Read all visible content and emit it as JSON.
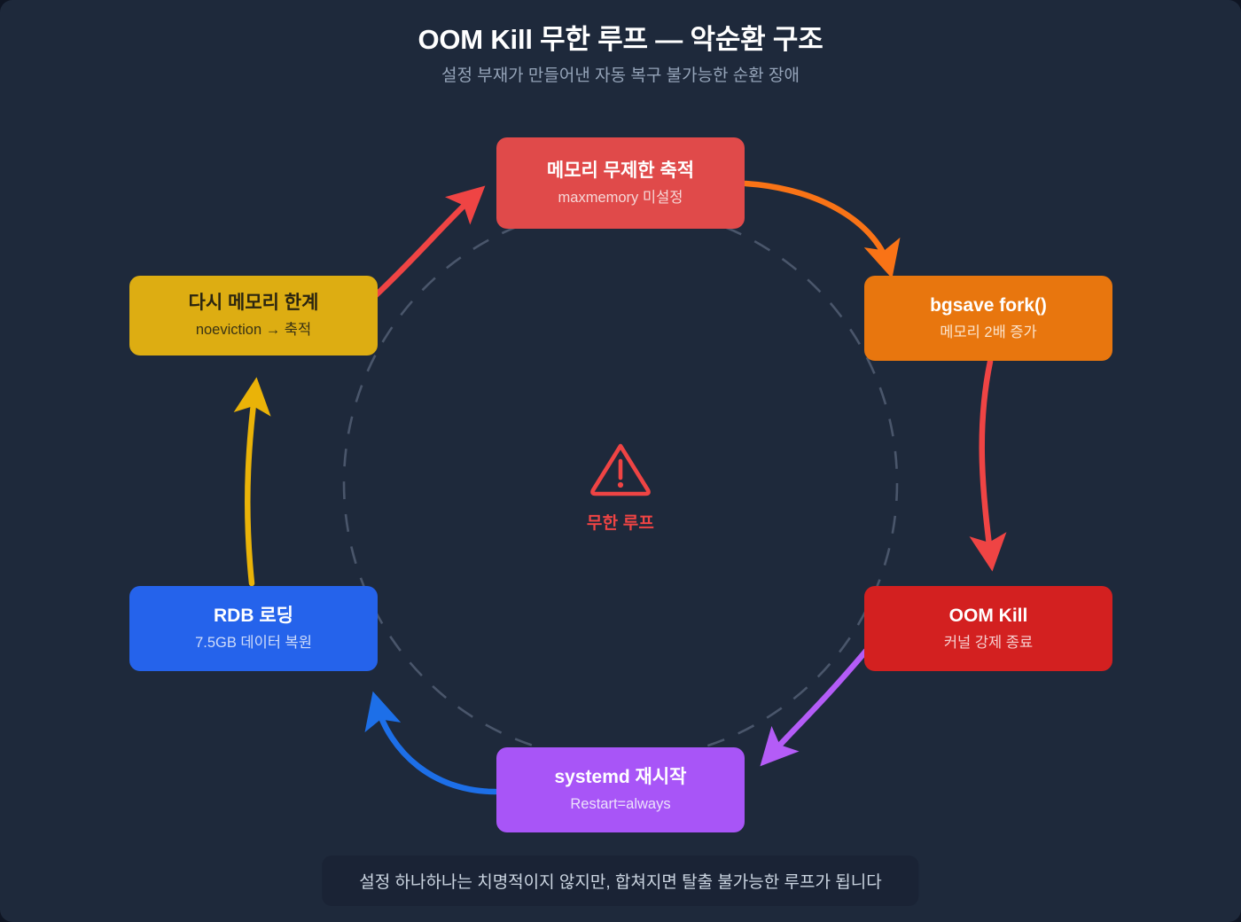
{
  "header": {
    "title": "OOM Kill 무한 루프 — 악순환 구조",
    "subtitle": "설정 부재가 만들어낸 자동 복구 불가능한 순환 장애"
  },
  "center": {
    "icon": "warning-triangle-icon",
    "label": "무한 루프",
    "color": "#ef4444"
  },
  "nodes": [
    {
      "id": "memory-accumulation",
      "title": "메모리 무제한 축적",
      "subtitle": "maxmemory 미설정",
      "color": "#e04a4a",
      "text_color": "#ffffff"
    },
    {
      "id": "bgsave-fork",
      "title": "bgsave fork()",
      "subtitle": "메모리 2배 증가",
      "color": "#e8760e",
      "text_color": "#ffffff"
    },
    {
      "id": "oom-kill",
      "title": "OOM Kill",
      "subtitle": "커널 강제 종료",
      "color": "#d32020",
      "text_color": "#ffffff"
    },
    {
      "id": "systemd-restart",
      "title": "systemd 재시작",
      "subtitle": "Restart=always",
      "color": "#a855f7",
      "text_color": "#ffffff"
    },
    {
      "id": "rdb-loading",
      "title": "RDB 로딩",
      "subtitle": "7.5GB 데이터 복원",
      "color": "#2563eb",
      "text_color": "#ffffff"
    },
    {
      "id": "memory-limit-again",
      "title": "다시 메모리 한계",
      "subtitle": "noeviction → 축적",
      "color": "#ddad12",
      "text_color": "#2b2510"
    }
  ],
  "edges": [
    {
      "id": "memory-to-bgsave",
      "from": "memory-accumulation",
      "to": "bgsave-fork",
      "color": "#f97316"
    },
    {
      "id": "bgsave-to-oomkill",
      "from": "bgsave-fork",
      "to": "oom-kill",
      "color": "#ef4444"
    },
    {
      "id": "oomkill-to-systemd",
      "from": "oom-kill",
      "to": "systemd-restart",
      "color": "#a855f7"
    },
    {
      "id": "systemd-to-rdb",
      "from": "systemd-restart",
      "to": "rdb-loading",
      "color": "#1d6fe8"
    },
    {
      "id": "rdb-to-limit",
      "from": "rdb-loading",
      "to": "memory-limit-again",
      "color": "#eab308"
    },
    {
      "id": "limit-to-memory",
      "from": "memory-limit-again",
      "to": "memory-accumulation",
      "color": "#ef4444"
    }
  ],
  "guide_circle": {
    "color": "#4a566b",
    "style": "dashed"
  },
  "caption": {
    "text": "설정 하나하나는 치명적이지 않지만, 합쳐지면 탈출 불가능한 루프가 됩니다"
  },
  "background": {
    "canvas": "#1e293b",
    "caption_box": "#1a2335"
  }
}
